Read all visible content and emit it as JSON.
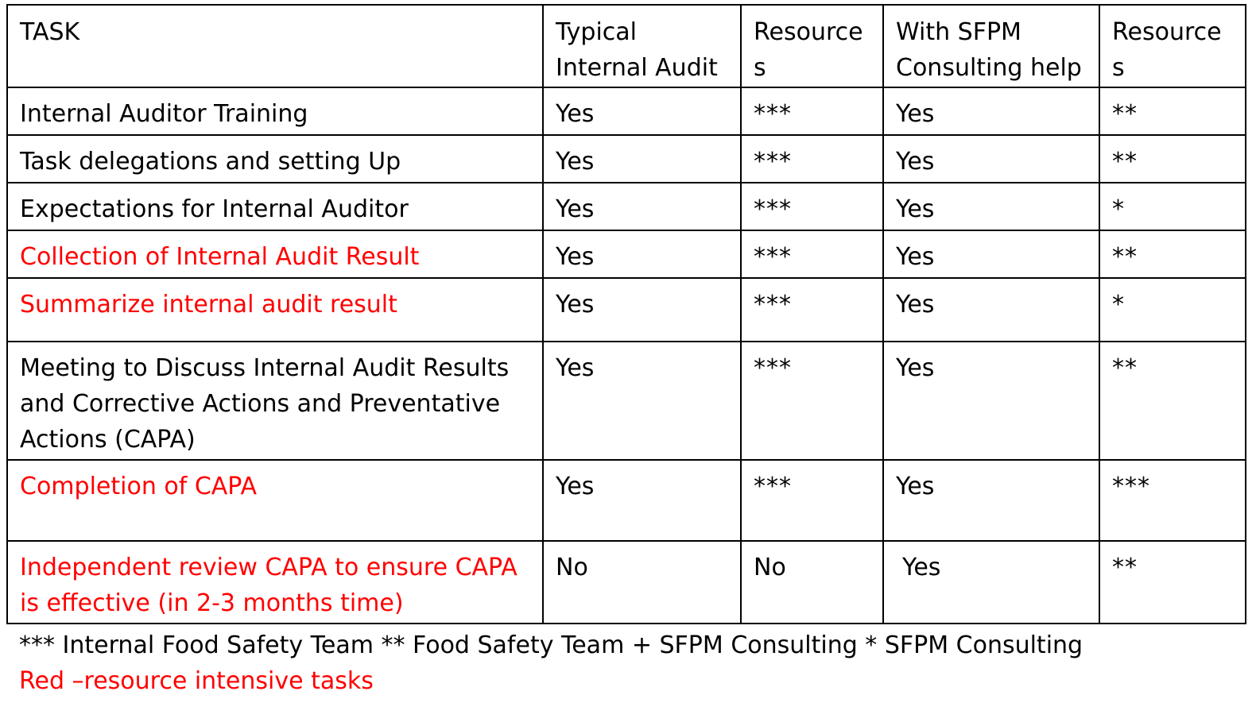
{
  "table": {
    "headers": [
      "TASK",
      "Typical Internal Audit",
      "Resource s",
      "With SFPM Consulting help",
      "Resources"
    ],
    "rows": [
      {
        "task": "Internal Auditor Training",
        "typical": "Yes",
        "resources_typical": "***",
        "with_sfpm": "Yes",
        "resources_sfpm": "**",
        "intensive": false
      },
      {
        "task": "Task delegations and setting Up",
        "typical": "Yes",
        "resources_typical": "***",
        "with_sfpm": "Yes",
        "resources_sfpm": "**",
        "intensive": false
      },
      {
        "task": "Expectations for Internal Auditor",
        "typical": "Yes",
        "resources_typical": "***",
        "with_sfpm": "Yes",
        "resources_sfpm": "*",
        "intensive": false
      },
      {
        "task": "Collection of Internal Audit Result",
        "typical": "Yes",
        "resources_typical": "***",
        "with_sfpm": "Yes",
        "resources_sfpm": "**",
        "intensive": true
      },
      {
        "task": "Summarize internal audit result",
        "typical": "Yes",
        "resources_typical": "***",
        "with_sfpm": "Yes",
        "resources_sfpm": "*",
        "intensive": true
      },
      {
        "task": "Meeting to Discuss Internal Audit Results and Corrective Actions and Preventative Actions (CAPA)",
        "typical": "Yes",
        "resources_typical": "***",
        "with_sfpm": "Yes",
        "resources_sfpm": "**",
        "intensive": false
      },
      {
        "task": "Completion of CAPA",
        "typical": "Yes",
        "resources_typical": "***",
        "with_sfpm": "Yes",
        "resources_sfpm": "***",
        "intensive": true
      },
      {
        "task": "Independent review CAPA to ensure CAPA is effective (in 2-3 months time)",
        "typical": "No",
        "resources_typical": "No",
        "with_sfpm": "Yes",
        "resources_sfpm": "**",
        "intensive": true
      }
    ]
  },
  "legend": {
    "line1": "*** Internal Food Safety Team ** Food Safety Team + SFPM Consulting * SFPM Consulting",
    "line2": "Red –resource intensive tasks"
  },
  "colors": {
    "text": "#000000",
    "intensive": "#ff0000",
    "border": "#000000"
  }
}
